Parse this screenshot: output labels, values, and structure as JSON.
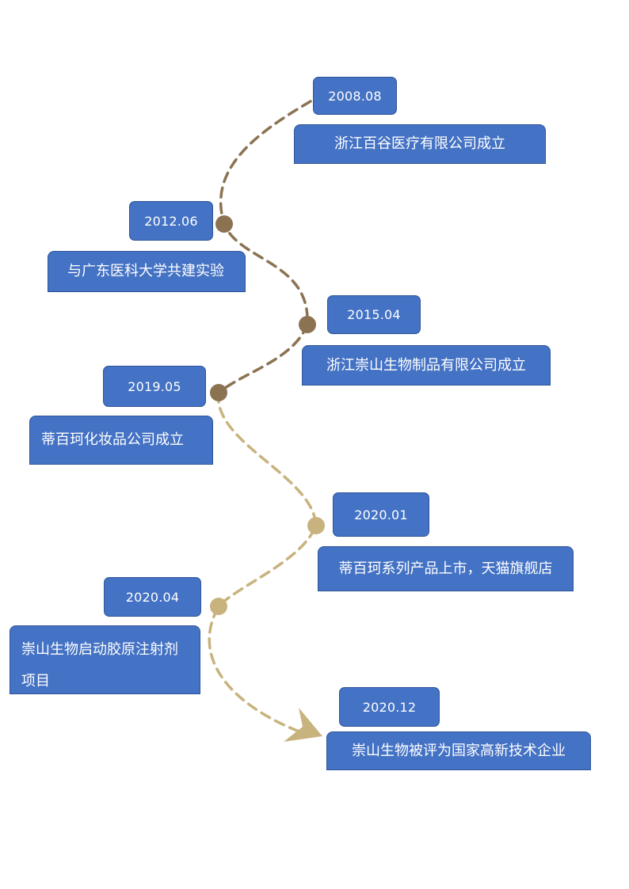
{
  "colors": {
    "box_fill": "#4472c4",
    "box_border": "#2f5597",
    "path_dark": "#8b7352",
    "path_light": "#c8b27e",
    "text": "#ffffff"
  },
  "milestones": [
    {
      "date": "2008.08",
      "event": "浙江百谷医疗有限公司成立"
    },
    {
      "date": "2012.06",
      "event": "与广东医科大学共建实验"
    },
    {
      "date": "2015.04",
      "event": "浙江崇山生物制品有限公司成立"
    },
    {
      "date": "2019.05",
      "event": "蒂百珂化妆品公司成立"
    },
    {
      "date": "2020.01",
      "event": "蒂百珂系列产品上市，天猫旗舰店"
    },
    {
      "date": "2020.04",
      "event": "崇山生物启动胶原注射剂项目"
    },
    {
      "date": "2020.12",
      "event": "崇山生物被评为国家高新技术企业"
    }
  ]
}
